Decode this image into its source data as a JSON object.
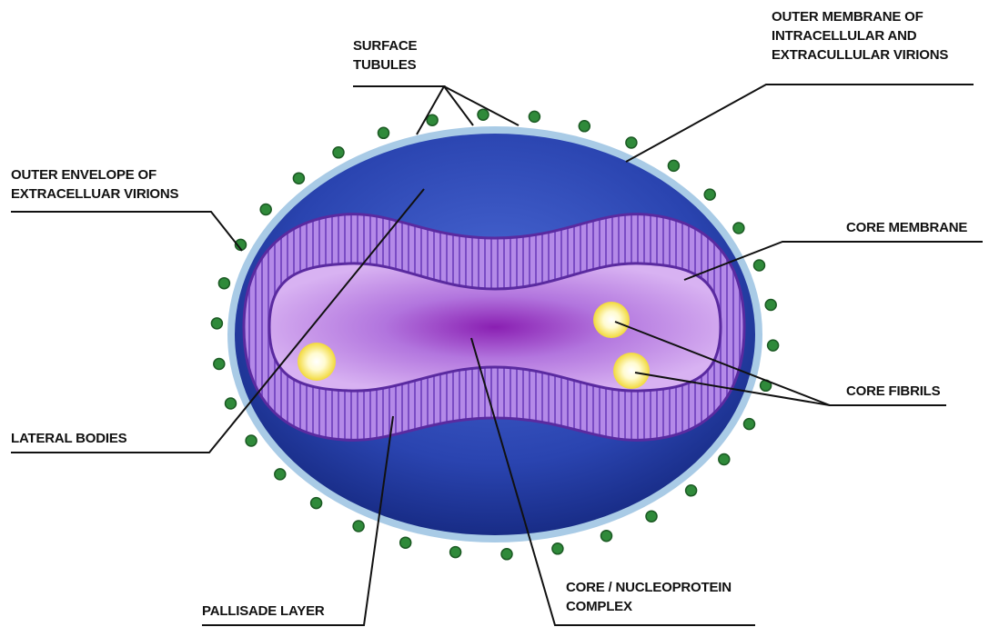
{
  "colors": {
    "outer_membrane": "#a9cbe6",
    "envelope": "#233a9c",
    "envelope_light": "#4a68d4",
    "core_membrane": "#5a2aa0",
    "palisade": "#b48ae8",
    "palisade_stripe": "#7a4cc4",
    "core": "#c48ee6",
    "core_center": "#8a1fb2",
    "lateral_body": "#fff6a8",
    "tubule": "#2f8a3a",
    "leader_line": "#111111"
  },
  "labels": {
    "surface_tubules": [
      "SURFACE",
      "TUBULES"
    ],
    "outer_membrane": [
      "OUTER MEMBRANE OF",
      "INTRACELLULAR AND",
      "EXTRACULLULAR VIRIONS"
    ],
    "outer_envelope": [
      "OUTER ENVELOPE OF",
      "EXTRACELLUAR VIRIONS"
    ],
    "core_membrane": [
      "CORE MEMBRANE"
    ],
    "core_fibrils": [
      "CORE FIBRILS"
    ],
    "lateral_bodies": [
      "LATERAL BODIES"
    ],
    "pallisade_layer": [
      "PALLISADE LAYER"
    ],
    "core_complex": [
      "CORE / NUCLEOPROTEIN",
      "COMPLEX"
    ]
  }
}
